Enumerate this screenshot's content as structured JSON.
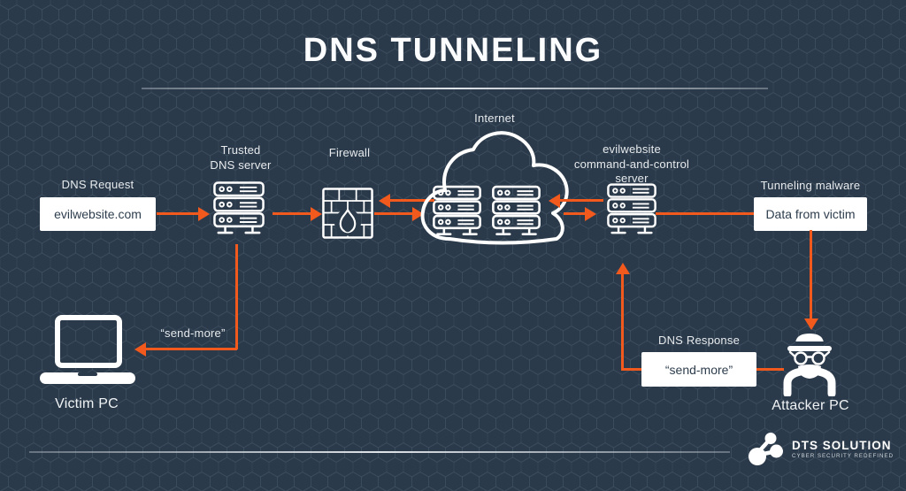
{
  "title": "DNS TUNNELING",
  "colors": {
    "background": "#2b3a4a",
    "accent_orange": "#f2591d",
    "icon_white": "#ffffff",
    "box_background": "#ffffff",
    "box_text": "#2e3d4d",
    "label_text": "#e6eaed",
    "divider": "#c6ccd2"
  },
  "nodes": {
    "victim": {
      "label": "Victim PC",
      "icon": "laptop-icon"
    },
    "dns_request": {
      "label": "DNS Request",
      "value": "evilwebsite.com"
    },
    "trusted_dns": {
      "label": "Trusted\nDNS server",
      "icon": "server-icon"
    },
    "firewall": {
      "label": "Firewall",
      "icon": "firewall-icon"
    },
    "internet": {
      "label": "Internet",
      "icon": "cloud-icon"
    },
    "cnc": {
      "label": "evilwebsite\ncommand-and-control\nserver",
      "icon": "server-icon"
    },
    "tunneling_malware": {
      "label": "Tunneling malware",
      "value": "Data from victim"
    },
    "attacker": {
      "label": "Attacker PC",
      "icon": "spy-icon"
    },
    "dns_response": {
      "label": "DNS Response",
      "value": "“send-more”"
    },
    "send_more_note": {
      "value": "“send-more”"
    }
  },
  "logo": {
    "name": "DTS SOLUTION",
    "tagline": "CYBER SECURITY REDEFINED"
  }
}
